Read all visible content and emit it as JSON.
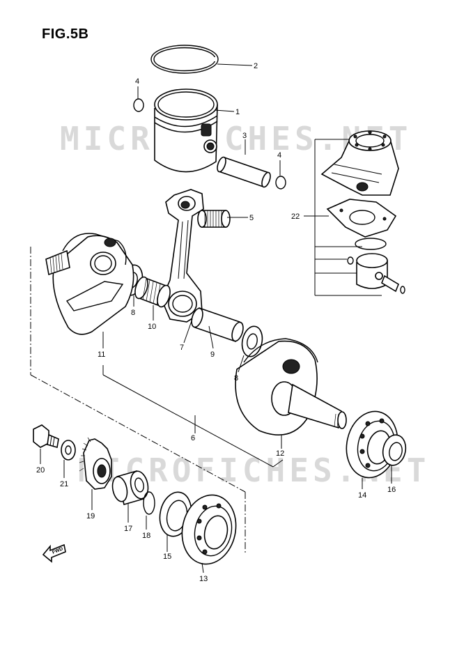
{
  "figure": {
    "title": "FIG.5B"
  },
  "watermark": {
    "text": "MICROFICHES.NET"
  },
  "direction_marker": {
    "text": "FWD",
    "icon": "forward-arrow-icon"
  },
  "callouts": [
    {
      "id": "c1",
      "number": "1"
    },
    {
      "id": "c2",
      "number": "2"
    },
    {
      "id": "c3",
      "number": "3"
    },
    {
      "id": "c4a",
      "number": "4"
    },
    {
      "id": "c4b",
      "number": "4"
    },
    {
      "id": "c5",
      "number": "5"
    },
    {
      "id": "c6",
      "number": "6"
    },
    {
      "id": "c7",
      "number": "7"
    },
    {
      "id": "c8a",
      "number": "8"
    },
    {
      "id": "c8b",
      "number": "8"
    },
    {
      "id": "c9",
      "number": "9"
    },
    {
      "id": "c10",
      "number": "10"
    },
    {
      "id": "c11",
      "number": "11"
    },
    {
      "id": "c12",
      "number": "12"
    },
    {
      "id": "c13",
      "number": "13"
    },
    {
      "id": "c14",
      "number": "14"
    },
    {
      "id": "c15",
      "number": "15"
    },
    {
      "id": "c16",
      "number": "16"
    },
    {
      "id": "c17",
      "number": "17"
    },
    {
      "id": "c18",
      "number": "18"
    },
    {
      "id": "c19",
      "number": "19"
    },
    {
      "id": "c20",
      "number": "20"
    },
    {
      "id": "c21",
      "number": "21"
    },
    {
      "id": "c22",
      "number": "22"
    }
  ]
}
